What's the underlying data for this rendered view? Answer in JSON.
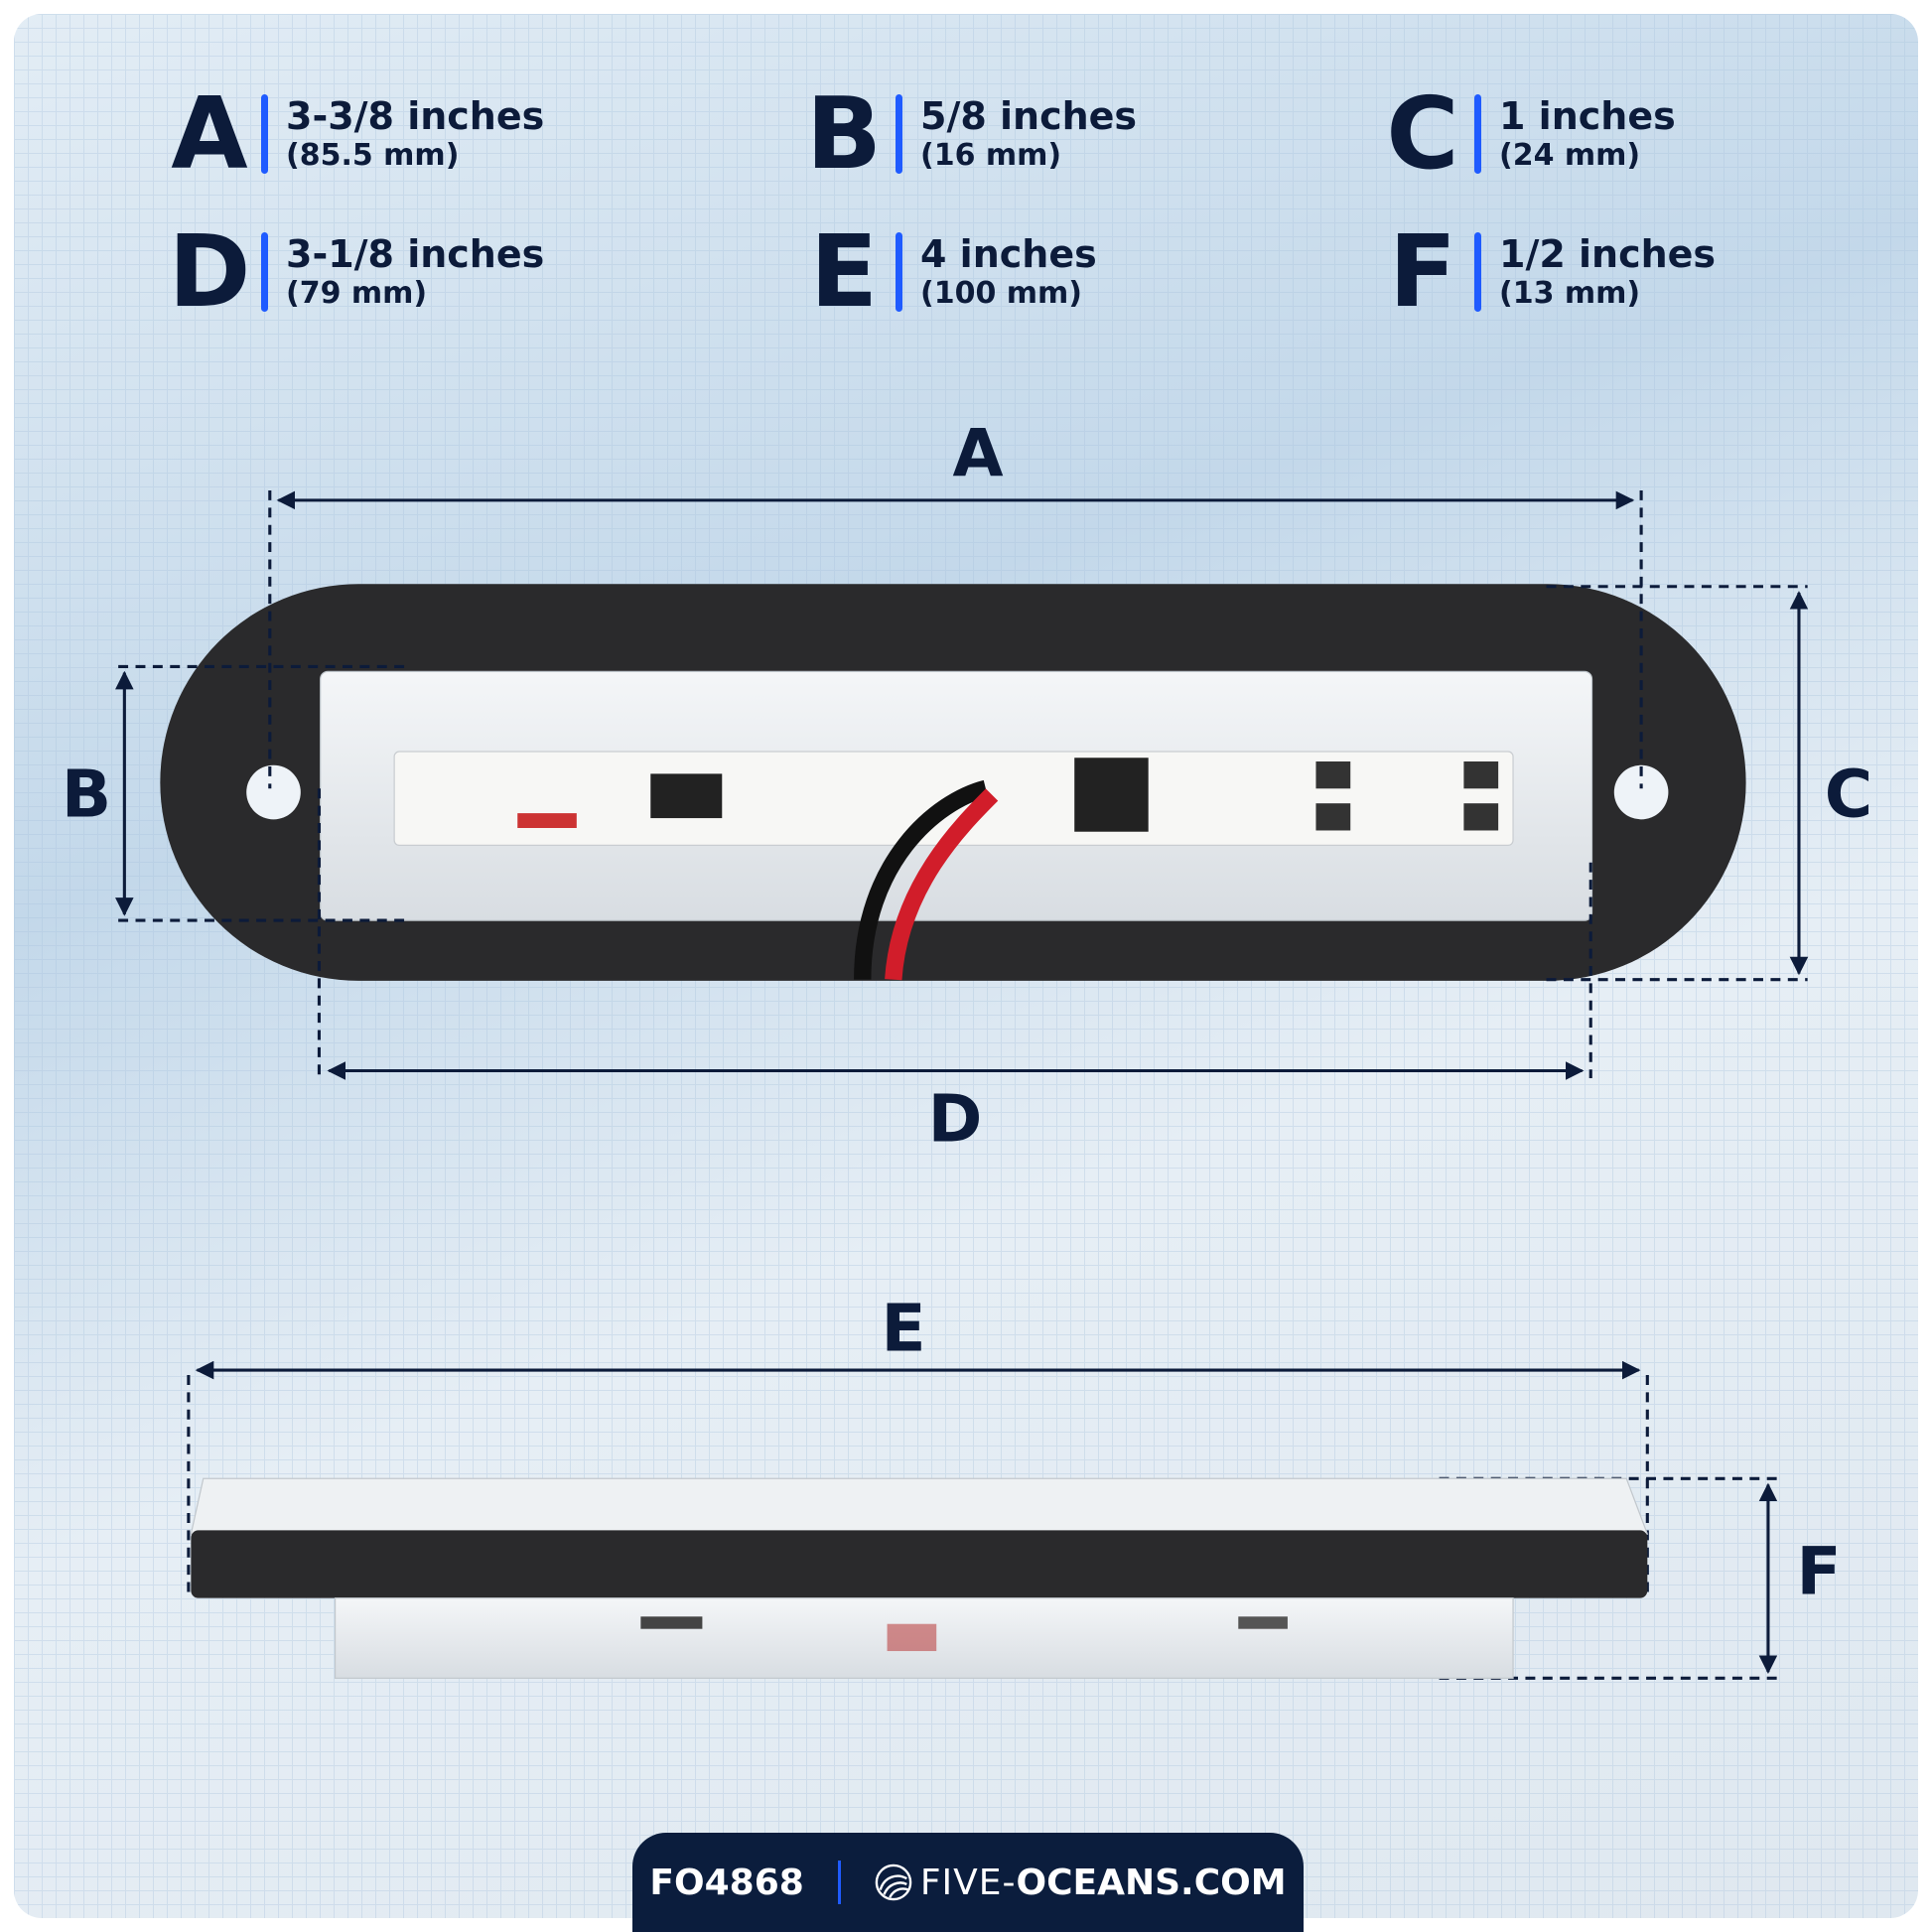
{
  "specs": [
    {
      "letter": "A",
      "inches": "3-3/8 inches",
      "mm": "(85.5 mm)"
    },
    {
      "letter": "B",
      "inches": "5/8 inches",
      "mm": "(16 mm)"
    },
    {
      "letter": "C",
      "inches": "1 inches",
      "mm": "(24 mm)"
    },
    {
      "letter": "D",
      "inches": "3-1/8 inches",
      "mm": "(79 mm)"
    },
    {
      "letter": "E",
      "inches": "4 inches",
      "mm": "(100 mm)"
    },
    {
      "letter": "F",
      "inches": "1/2 inches",
      "mm": "(13 mm)"
    }
  ],
  "dimension_labels": {
    "a": "A",
    "b": "B",
    "c": "C",
    "d": "D",
    "e": "E",
    "f": "F"
  },
  "footer": {
    "product_code": "FO4868",
    "brand_light": "FIVE-",
    "brand_bold": "OCEANS.COM",
    "logo_icon": "wave-globe-icon"
  },
  "colors": {
    "navy": "#0b1d3d",
    "accent": "#1f5bff"
  }
}
